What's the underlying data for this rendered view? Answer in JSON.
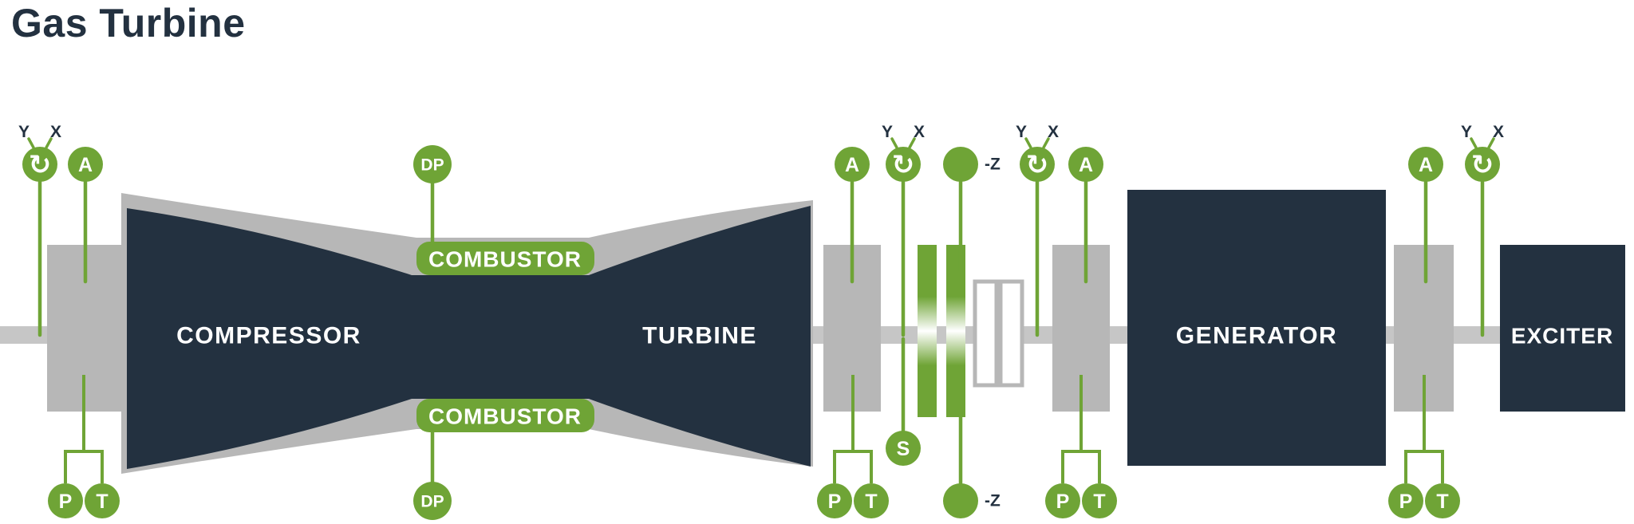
{
  "title": "Gas Turbine",
  "colors": {
    "navy": "#233140",
    "green": "#6fa436",
    "casing_gray": "#b7b7b7",
    "shaft_gray": "#c6c6c6",
    "text_white": "#ffffff"
  },
  "components": {
    "compressor": "COMPRESSOR",
    "turbine": "TURBINE",
    "generator": "GENERATOR",
    "exciter": "EXCITER",
    "combustor_top": "COMBUSTOR",
    "combustor_bottom": "COMBUSTOR"
  },
  "sensors": {
    "rotation_icon": "↻",
    "y_axis": "Y",
    "x_axis": "X",
    "acceleration": "A",
    "pressure": "P",
    "temperature": "T",
    "speed": "S",
    "axial_position": "-Z",
    "differential_pressure": "DP"
  }
}
